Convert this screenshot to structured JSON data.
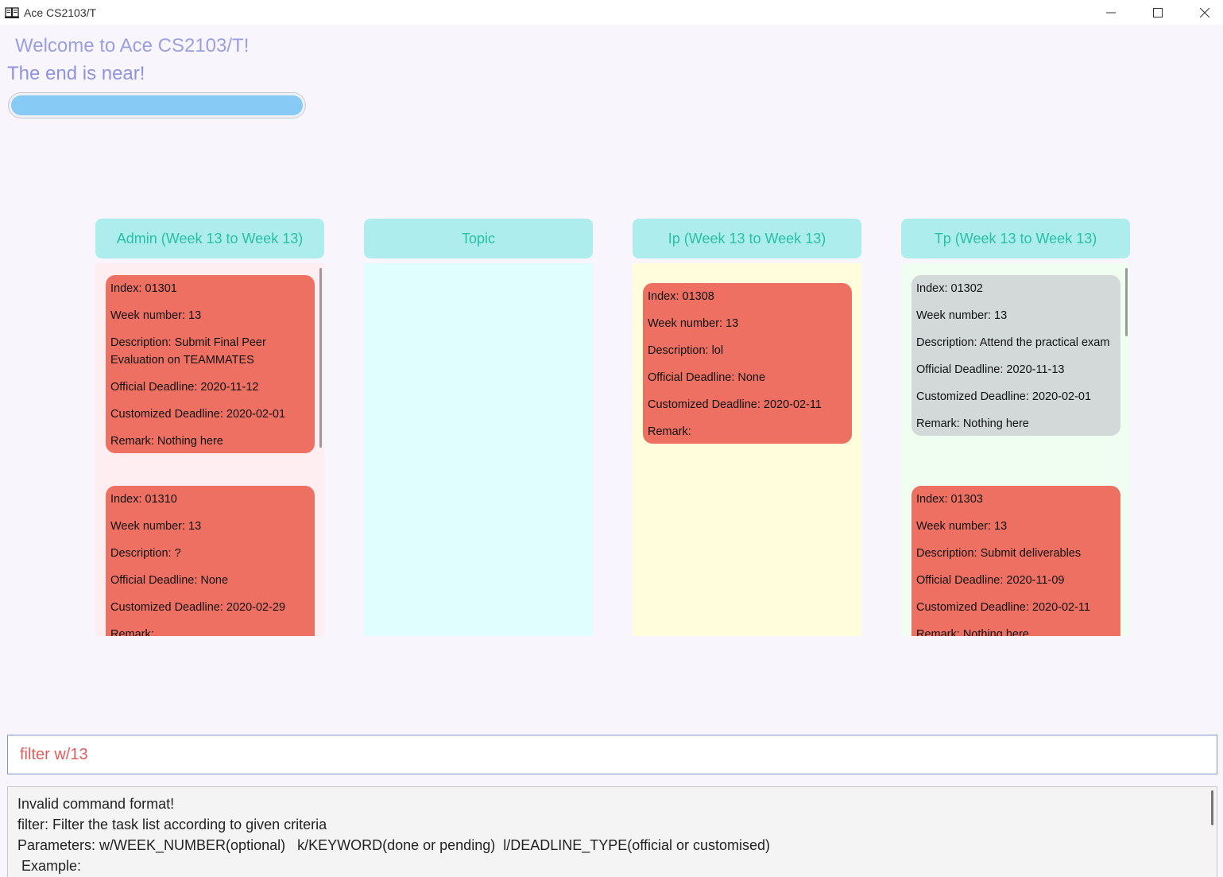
{
  "window": {
    "title": "Ace CS2103/T"
  },
  "header": {
    "welcome": "Welcome to Ace CS2103/T!",
    "subtitle": "The end is near!",
    "progress": 1.0
  },
  "columns": [
    {
      "title": "Admin (Week 13 to Week 13)",
      "bg": "#ffeef1",
      "cards": [
        {
          "color": "red",
          "index": "Index: 01301",
          "week": "Week number: 13",
          "description": "Description: Submit Final Peer Evaluation on TEAMMATES",
          "official": "Official Deadline: 2020-11-12",
          "custom": "Customized Deadline: 2020-02-01",
          "remark": "Remark: Nothing here"
        },
        {
          "color": "red",
          "index": "Index: 01310",
          "week": "Week number: 13",
          "description": "Description: ?",
          "official": "Official Deadline: None",
          "custom": "Customized Deadline: 2020-02-29",
          "remark": "Remark:"
        }
      ]
    },
    {
      "title": "Topic",
      "bg": "#dffefd",
      "cards": []
    },
    {
      "title": "Ip (Week 13 to Week 13)",
      "bg": "#fffddc",
      "cards": [
        {
          "color": "red",
          "index": "Index: 01308",
          "week": "Week number: 13",
          "description": "Description: lol",
          "official": "Official Deadline: None",
          "custom": "Customized Deadline: 2020-02-11",
          "remark": "Remark:"
        }
      ]
    },
    {
      "title": "Tp (Week 13 to Week 13)",
      "bg": "#effef0",
      "cards": [
        {
          "color": "grey",
          "index": "Index: 01302",
          "week": "Week number: 13",
          "description": "Description: Attend the practical exam",
          "official": "Official Deadline: 2020-11-13",
          "custom": "Customized Deadline: 2020-02-01",
          "remark": "Remark: Nothing here"
        },
        {
          "color": "red",
          "index": "Index: 01303",
          "week": "Week number: 13",
          "description": "Description: Submit deliverables",
          "official": "Official Deadline: 2020-11-09",
          "custom": "Customized Deadline: 2020-02-11",
          "remark": "Remark: Nothing here"
        }
      ]
    }
  ],
  "command": {
    "value": "filter w/13"
  },
  "result": {
    "lines": [
      "Invalid command format!",
      "filter: Filter the task list according to given criteria",
      "Parameters: w/WEEK_NUMBER(optional)   k/KEYWORD(done or pending)  l/DEADLINE_TYPE(official or customised)",
      " Example:"
    ]
  }
}
